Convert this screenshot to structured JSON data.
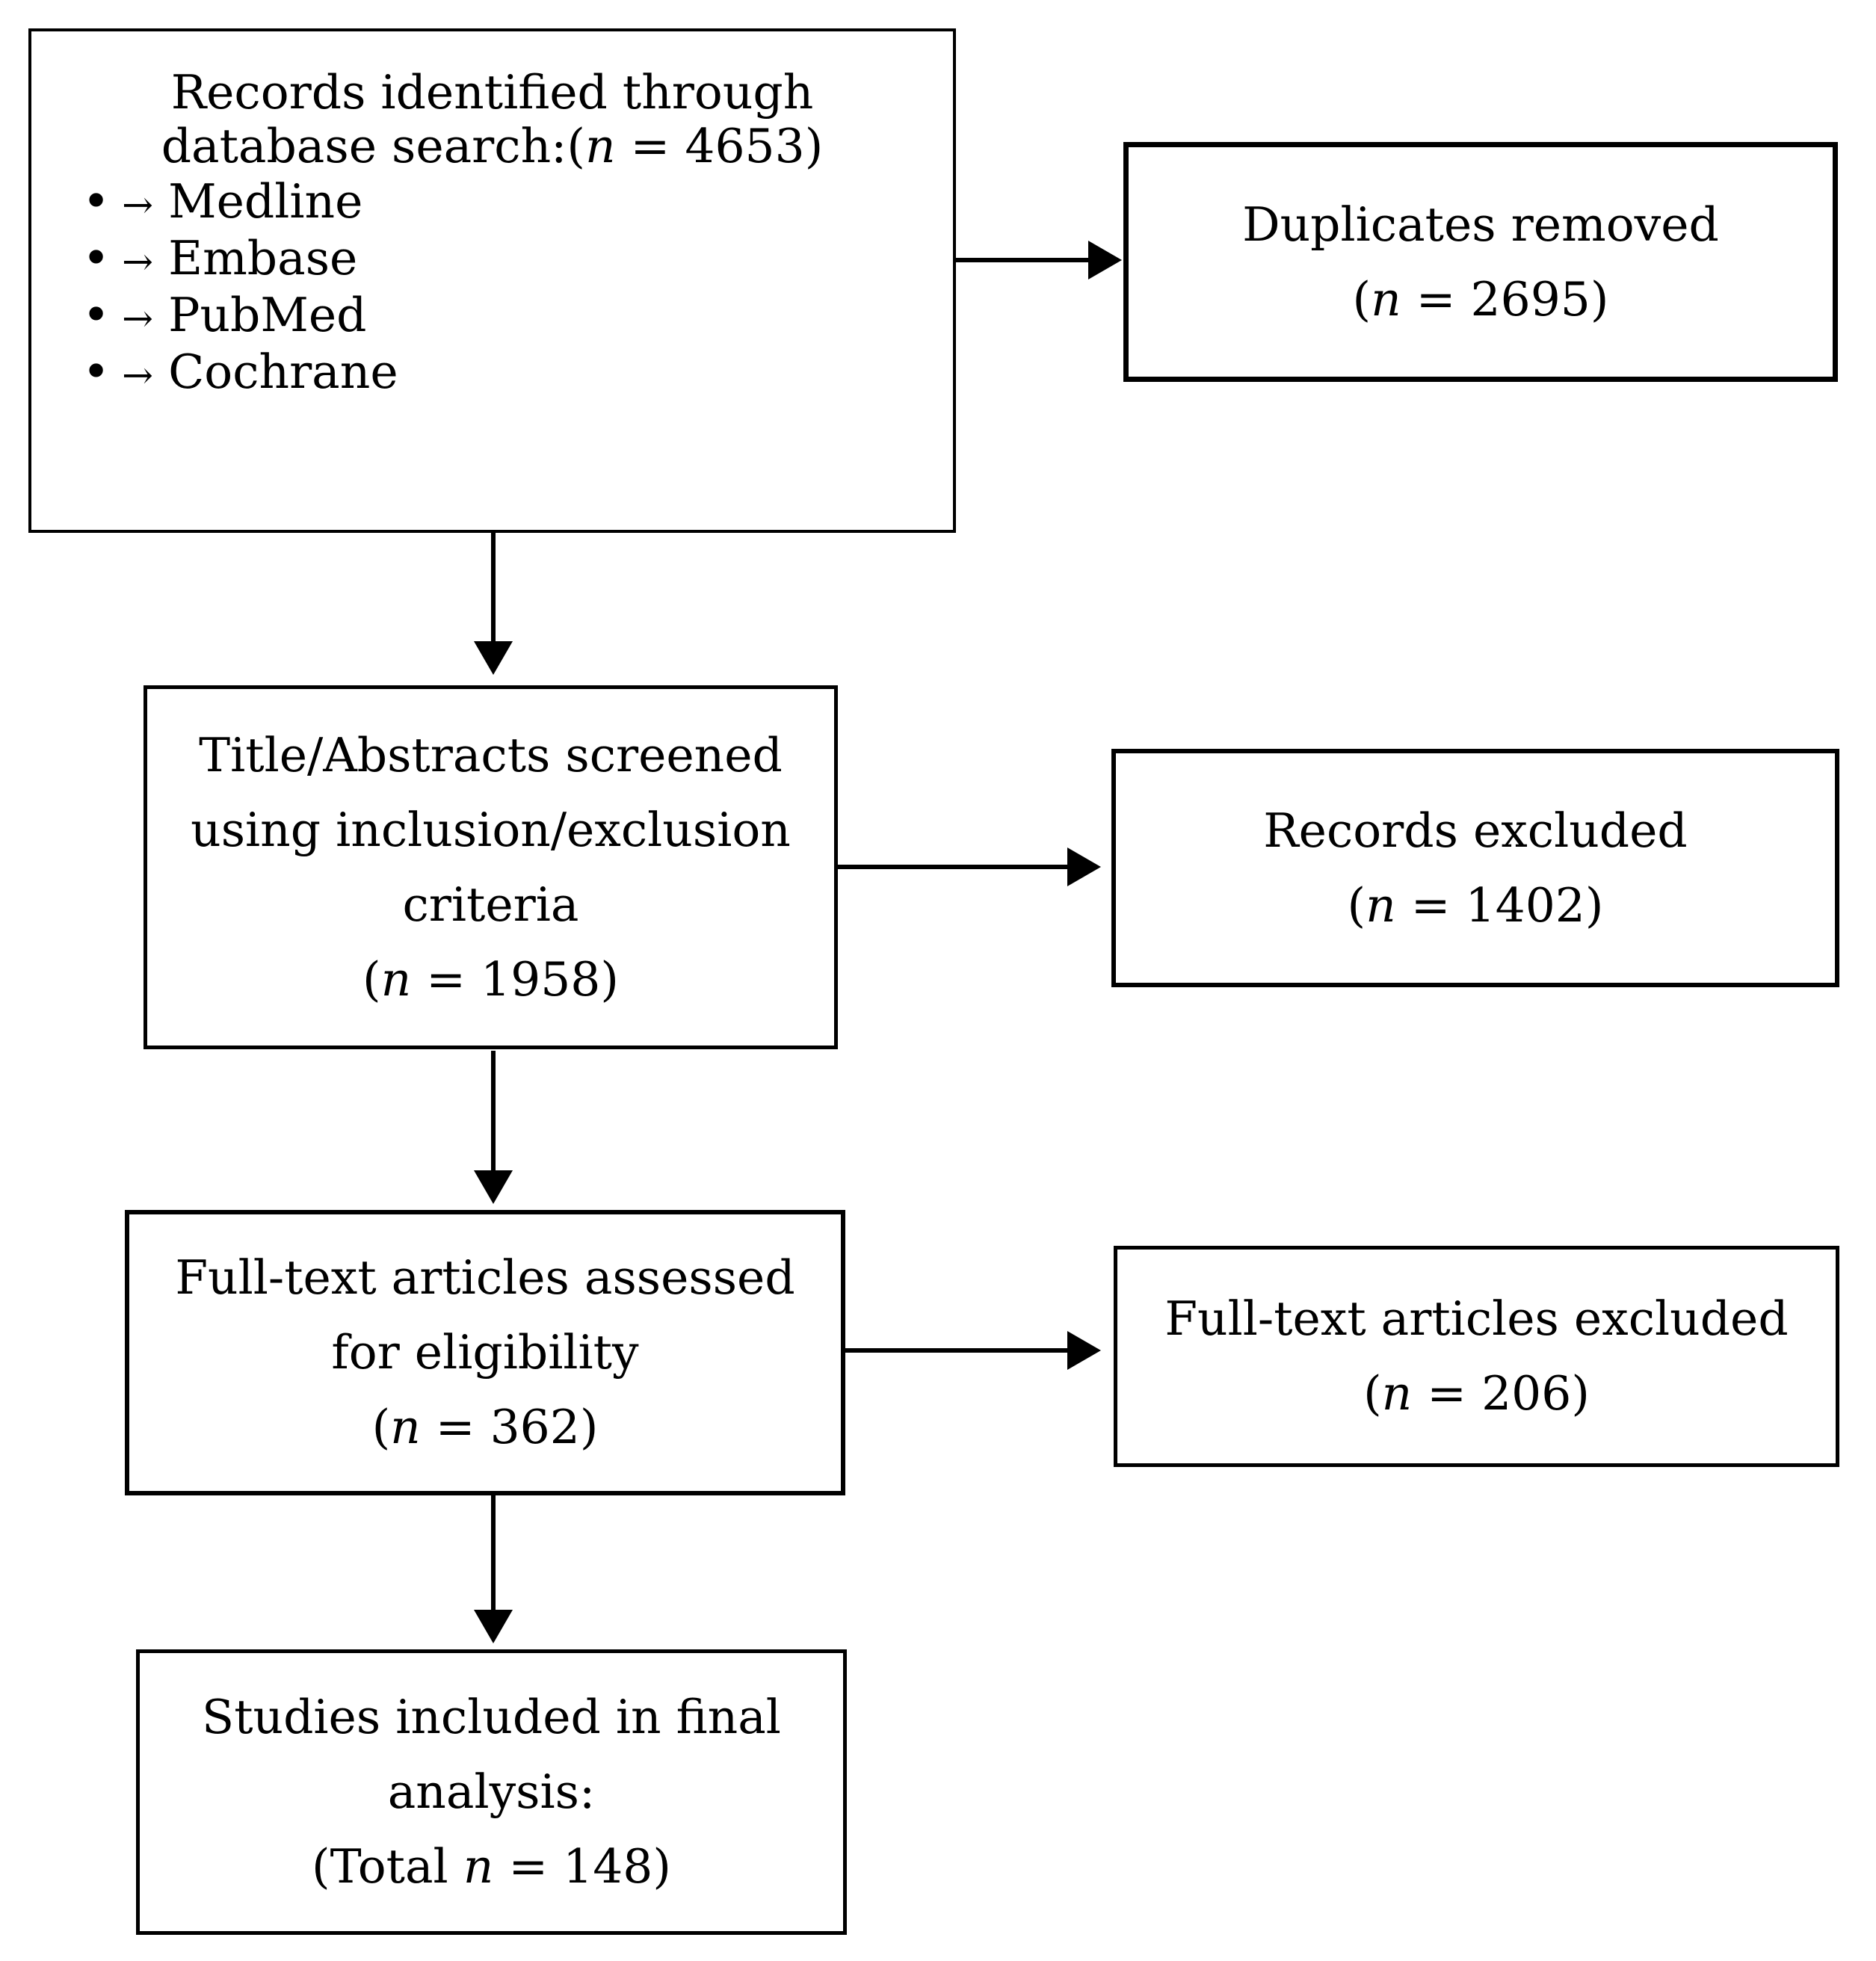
{
  "colors": {
    "background": "#ffffff",
    "text": "#000000",
    "box_border": "#000000",
    "arrow": "#000000"
  },
  "boxes": {
    "identification": {
      "line1": "Records identified through",
      "line2_prefix": "database search:(",
      "n_symbol": "n",
      "line2_rest": " = 4653)",
      "bullets": [
        {
          "marker": "•",
          "arrow": "→",
          "label": "Medline"
        },
        {
          "marker": "•",
          "arrow": "→",
          "label": "Embase"
        },
        {
          "marker": "•",
          "arrow": "→",
          "label": "PubMed"
        },
        {
          "marker": "•",
          "arrow": "→",
          "label": "Cochrane"
        }
      ]
    },
    "duplicates_removed": {
      "line1": "Duplicates removed",
      "count_prefix": "(",
      "n_symbol": "n",
      "count_rest": " = 2695)"
    },
    "screening": {
      "line1": "Title/Abstracts screened",
      "line2": "using inclusion/exclusion",
      "line3": "criteria",
      "count_prefix": "(",
      "n_symbol": "n",
      "count_rest": " = 1958)"
    },
    "records_excluded": {
      "line1": "Records excluded",
      "count_prefix": "(",
      "n_symbol": "n",
      "count_rest": " = 1402)"
    },
    "fulltext_assessed": {
      "line1": "Full-text articles assessed",
      "line2": "for eligibility",
      "count_prefix": "(",
      "n_symbol": "n",
      "count_rest": " = 362)"
    },
    "fulltext_excluded": {
      "line1": "Full-text articles excluded",
      "count_prefix": "(",
      "n_symbol": "n",
      "count_rest": " = 206)"
    },
    "included": {
      "line1": "Studies included in final",
      "line2": "analysis:",
      "count_prefix": "(Total ",
      "n_symbol": "n",
      "count_rest": " = 148)"
    }
  },
  "edges": [
    {
      "from": "identification",
      "to": "duplicates_removed",
      "direction": "right"
    },
    {
      "from": "identification",
      "to": "screening",
      "direction": "down"
    },
    {
      "from": "screening",
      "to": "records_excluded",
      "direction": "right"
    },
    {
      "from": "screening",
      "to": "fulltext_assessed",
      "direction": "down"
    },
    {
      "from": "fulltext_assessed",
      "to": "fulltext_excluded",
      "direction": "right"
    },
    {
      "from": "fulltext_assessed",
      "to": "included",
      "direction": "down"
    }
  ]
}
